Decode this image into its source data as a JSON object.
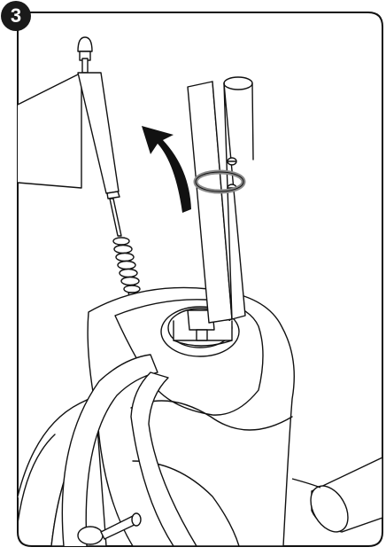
{
  "step": {
    "number": "3"
  },
  "illustration": {
    "parts": [
      "handle-tube",
      "locking-ring",
      "rotation-arrow",
      "telescopic-rod",
      "spring",
      "base-housing",
      "frame-arm",
      "side-pad"
    ],
    "colors": {
      "line": "#111111",
      "fill": "#ffffff",
      "ring": "#8a8a8a",
      "arrow": "#111111",
      "badge": "#1a1a1a"
    }
  }
}
